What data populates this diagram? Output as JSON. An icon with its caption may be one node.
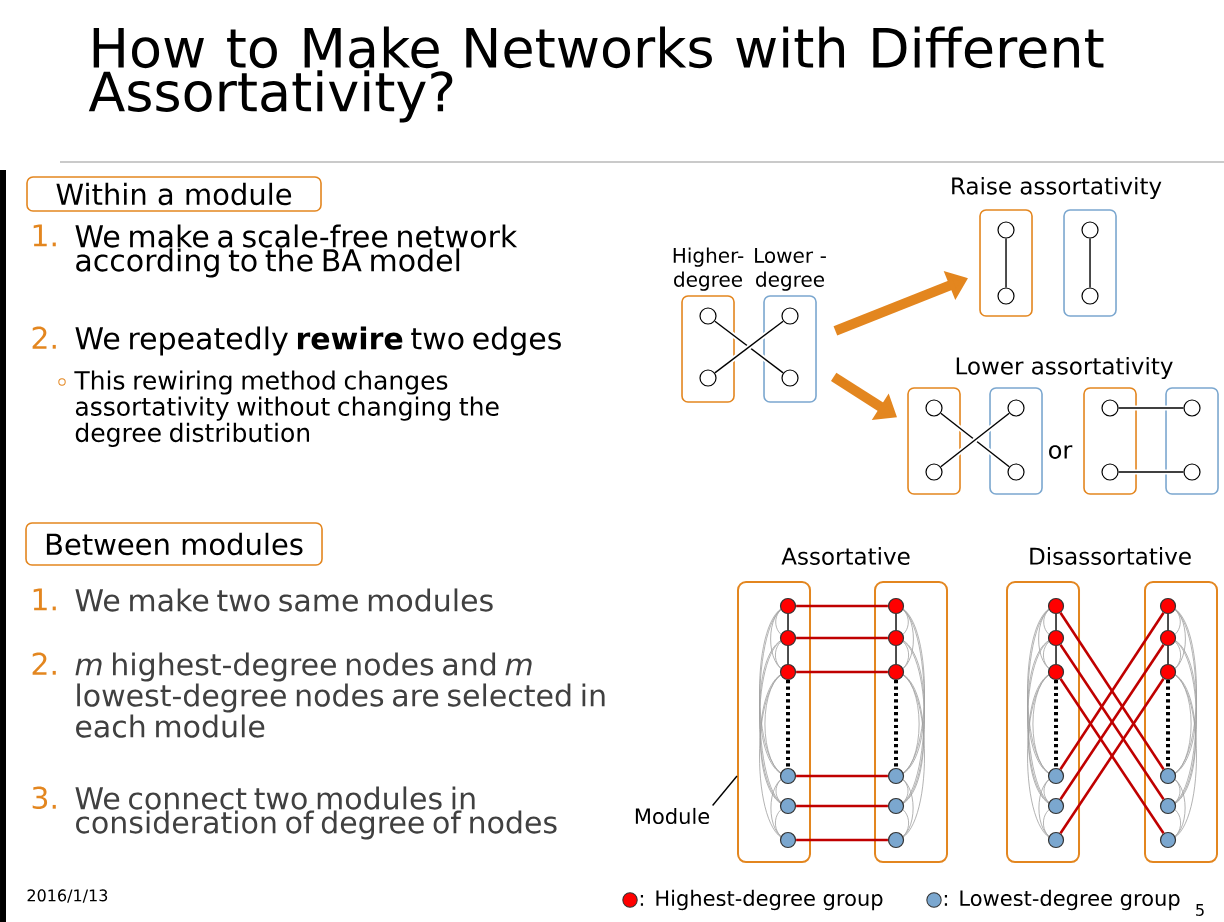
{
  "diagram": {
    "title": "How to Make Networks with Different Assortativity?",
    "nodes": [
      {
        "text": [
          "Within a module"
        ]
      },
      {
        "text": [
          "Higher- degree"
        ]
      },
      {
        "text": [],
        "shape": "circle",
        "in": 1
      },
      {
        "text": [],
        "shape": "circle",
        "in": 1
      },
      {
        "text": [
          "Lower - degree"
        ]
      },
      {
        "text": [],
        "shape": "circle",
        "in": 4
      },
      {
        "text": [],
        "shape": "circle",
        "in": 4
      },
      {
        "text": [],
        "shape": "box"
      },
      {
        "text": [],
        "shape": "circle",
        "in": 7
      },
      {
        "text": [],
        "shape": "circle",
        "in": 7
      },
      {
        "text": [],
        "shape": "box"
      },
      {
        "text": [],
        "shape": "circle",
        "in": 10
      },
      {
        "text": [],
        "shape": "circle",
        "in": 10
      },
      {
        "text": [],
        "shape": "box"
      },
      {
        "text": [],
        "shape": "circle",
        "in": 13
      },
      {
        "text": [],
        "shape": "circle",
        "in": 13
      },
      {
        "text": [],
        "shape": "box"
      },
      {
        "text": [],
        "shape": "circle",
        "in": 16
      },
      {
        "text": [],
        "shape": "circle",
        "in": 16
      },
      {
        "text": [],
        "shape": "box"
      },
      {
        "text": [],
        "shape": "circle",
        "in": 19
      },
      {
        "text": [],
        "shape": "circle",
        "in": 19
      },
      {
        "text": [],
        "shape": "box"
      },
      {
        "text": [],
        "shape": "circle",
        "in": 22
      },
      {
        "text": [],
        "shape": "circle",
        "in": 22
      },
      {
        "text": [
          "Between modules"
        ]
      },
      {
        "text": [],
        "shape": "box"
      },
      {
        "text": [],
        "shape": "circle",
        "in": 26
      },
      {
        "text": [],
        "shape": "circle",
        "in": 26
      },
      {
        "text": [],
        "shape": "circle",
        "in": 26
      },
      {
        "text": [],
        "shape": "circle",
        "in": 26
      },
      {
        "text": [],
        "shape": "circle",
        "in": 26
      },
      {
        "text": [],
        "shape": "circle",
        "in": 26
      },
      {
        "text": [],
        "shape": "box"
      },
      {
        "text": [],
        "shape": "circle",
        "in": 33
      },
      {
        "text": [],
        "shape": "circle",
        "in": 33
      },
      {
        "text": [],
        "shape": "circle",
        "in": 33
      },
      {
        "text": [],
        "shape": "circle",
        "in": 33
      },
      {
        "text": [],
        "shape": "circle",
        "in": 33
      },
      {
        "text": [],
        "shape": "circle",
        "in": 33
      },
      {
        "text": [],
        "shape": "box"
      },
      {
        "text": [],
        "shape": "circle",
        "in": 40
      },
      {
        "text": [],
        "shape": "circle",
        "in": 40
      },
      {
        "text": [],
        "shape": "circle",
        "in": 40
      },
      {
        "text": [],
        "shape": "circle",
        "in": 40
      },
      {
        "text": [],
        "shape": "circle",
        "in": 40
      },
      {
        "text": [],
        "shape": "circle",
        "in": 40
      },
      {
        "text": [],
        "shape": "box"
      },
      {
        "text": [],
        "shape": "circle",
        "in": 47
      },
      {
        "text": [],
        "shape": "circle",
        "in": 47
      },
      {
        "text": [],
        "shape": "circle",
        "in": 47
      },
      {
        "text": [],
        "shape": "circle",
        "in": 47
      },
      {
        "text": [],
        "shape": "circle",
        "in": 47
      },
      {
        "text": [],
        "shape": "circle",
        "in": 47
      },
      {
        "text": [
          "Module"
        ]
      }
    ],
    "edges": [
      {
        "from": 2,
        "to": 6,
        "arrow": "none"
      },
      {
        "from": 3,
        "to": 5,
        "arrow": "none"
      },
      {
        "from": 4,
        "to": 7,
        "arrow": "to",
        "style": "thick",
        "color": "#e3861f"
      },
      {
        "from": 4,
        "to": 13,
        "arrow": "to",
        "style": "thick",
        "color": "#e3861f"
      },
      {
        "from": 8,
        "to": 9,
        "arrow": "none"
      },
      {
        "from": 11,
        "to": 12,
        "arrow": "none"
      },
      {
        "from": 14,
        "to": 18,
        "arrow": "none"
      },
      {
        "from": 15,
        "to": 17,
        "arrow": "none"
      },
      {
        "from": 20,
        "to": 23,
        "arrow": "none"
      },
      {
        "from": 21,
        "to": 24,
        "arrow": "none"
      },
      {
        "from": 27,
        "to": 28,
        "arrow": "none"
      },
      {
        "from": 28,
        "to": 29,
        "arrow": "none"
      },
      {
        "from": 29,
        "to": 30,
        "arrow": "none",
        "style": "dashed"
      },
      {
        "from": 34,
        "to": 35,
        "arrow": "none"
      },
      {
        "from": 35,
        "to": 36,
        "arrow": "none"
      },
      {
        "from": 36,
        "to": 37,
        "arrow": "none",
        "style": "dashed"
      },
      {
        "from": 27,
        "to": 34,
        "arrow": "none",
        "color": "#c00000"
      },
      {
        "from": 28,
        "to": 35,
        "arrow": "none",
        "color": "#c00000"
      },
      {
        "from": 29,
        "to": 36,
        "arrow": "none",
        "color": "#c00000"
      },
      {
        "from": 30,
        "to": 37,
        "arrow": "none",
        "color": "#c00000"
      },
      {
        "from": 31,
        "to": 38,
        "arrow": "none",
        "color": "#c00000"
      },
      {
        "from": 32,
        "to": 39,
        "arrow": "none",
        "color": "#c00000"
      },
      {
        "from": 41,
        "to": 42,
        "arrow": "none"
      },
      {
        "from": 42,
        "to": 43,
        "arrow": "none"
      },
      {
        "from": 43,
        "to": 44,
        "arrow": "none",
        "style": "dashed"
      },
      {
        "from": 48,
        "to": 49,
        "arrow": "none"
      },
      {
        "from": 49,
        "to": 50,
        "arrow": "none"
      },
      {
        "from": 50,
        "to": 51,
        "arrow": "none",
        "style": "dashed"
      },
      {
        "from": 41,
        "to": 51,
        "arrow": "none",
        "color": "#c00000"
      },
      {
        "from": 42,
        "to": 52,
        "arrow": "none",
        "color": "#c00000"
      },
      {
        "from": 43,
        "to": 53,
        "arrow": "none",
        "color": "#c00000"
      },
      {
        "from": 48,
        "to": 44,
        "arrow": "none",
        "color": "#c00000"
      },
      {
        "from": 49,
        "to": 45,
        "arrow": "none",
        "color": "#c00000"
      },
      {
        "from": 50,
        "to": 46,
        "arrow": "none",
        "color": "#c00000"
      },
      {
        "from": 54,
        "to": 26,
        "arrow": "none"
      }
    ],
    "labels": [
      "1.",
      "We make a scale-free network according to the BA model",
      "2.",
      "We repeatedly **rewire** two edges",
      "This rewiring method changes assortativity without changing the degree distribution",
      "Raise assortativity",
      "Lower assortativity",
      "or",
      "1.",
      "We make two same modules",
      "2.",
      "*m* highest-degree nodes and *m* lowest-degree nodes are selected in each module",
      "3.",
      "We connect two modules in consideration of degree of nodes",
      "Assortative",
      "Disassortative",
      "2016/1/13",
      "5"
    ],
    "legend": [
      {
        "text": ": Highest-degree group",
        "color": "#ff0000"
      },
      {
        "text": ": Lowest-degree group",
        "color": "#7ba7cf"
      }
    ]
  }
}
